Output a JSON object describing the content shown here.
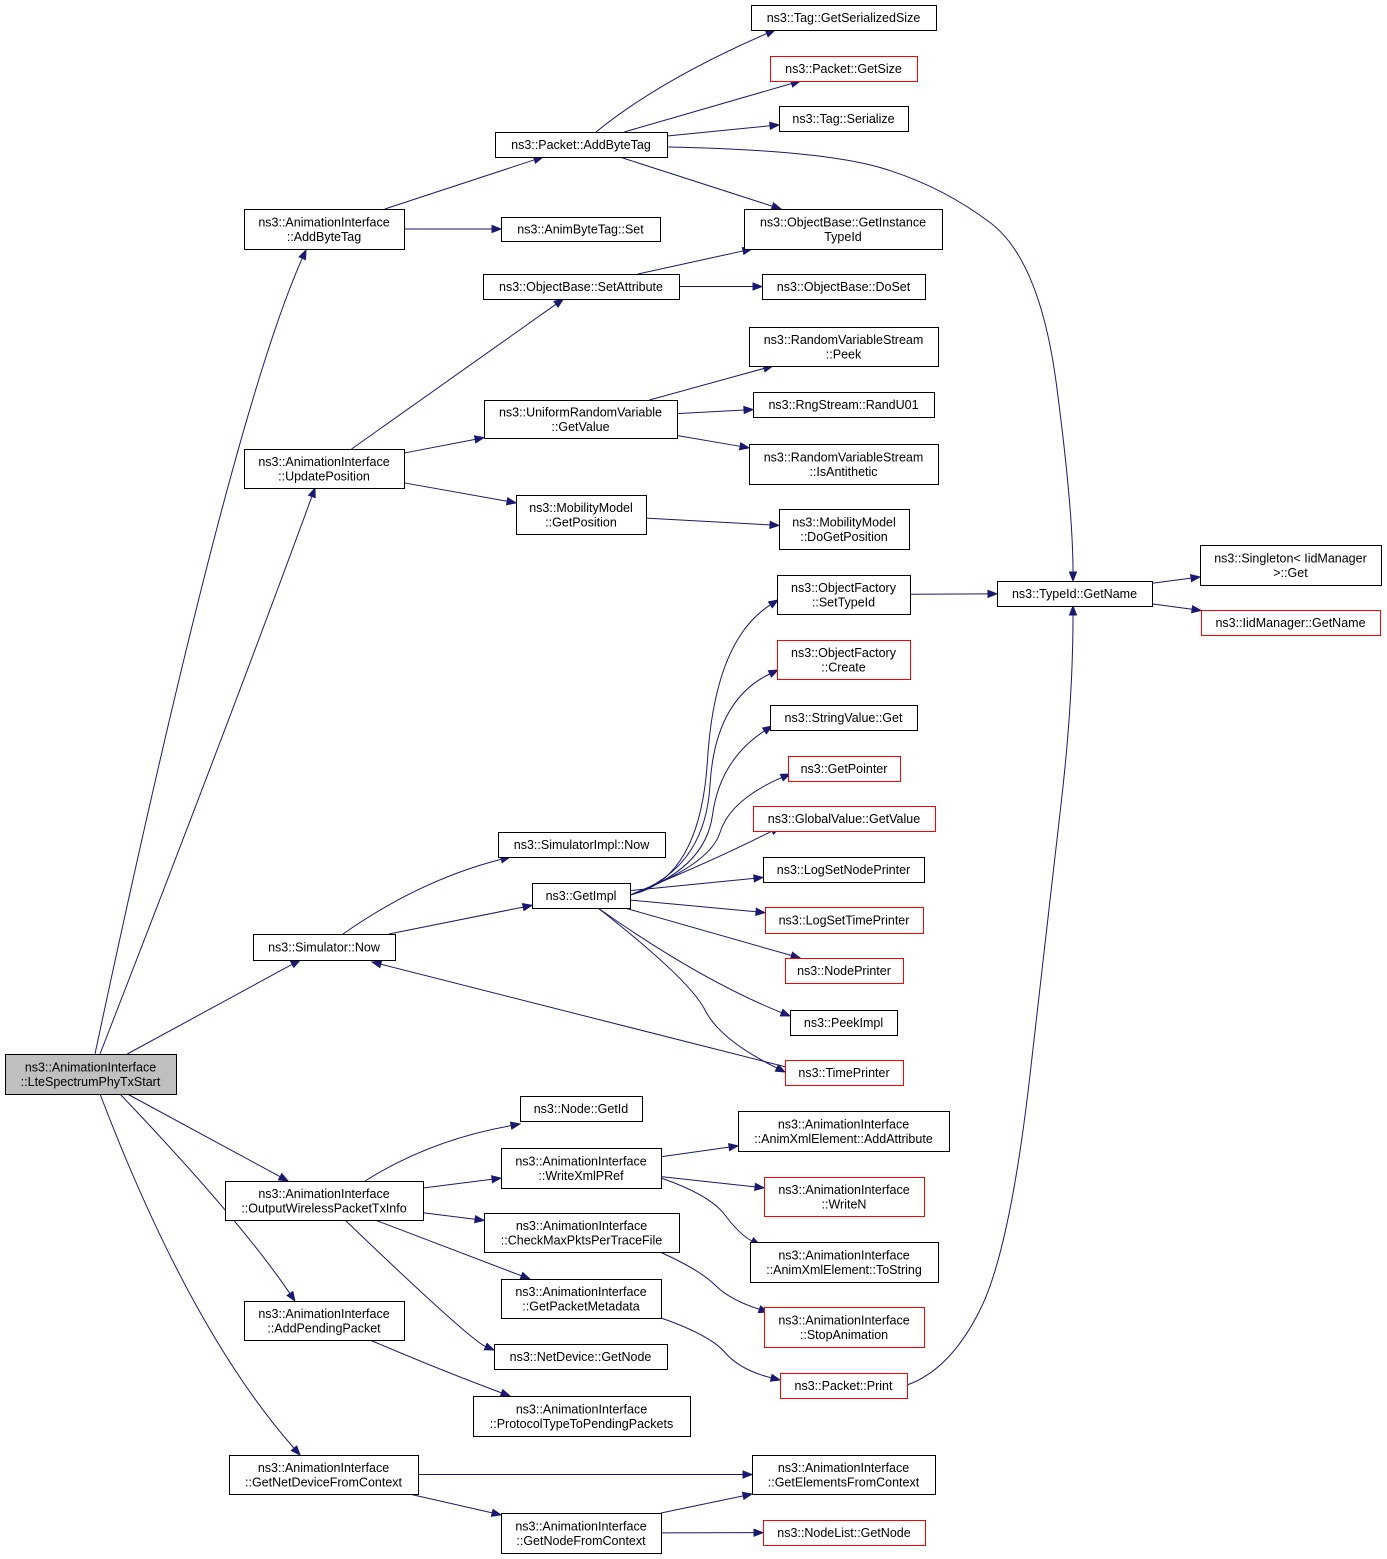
{
  "nodes": [
    {
      "id": "root",
      "lines": [
        "ns3::AnimationInterface",
        "::LteSpectrumPhyTxStart"
      ],
      "style": "root"
    },
    {
      "id": "addByteTag",
      "lines": [
        "ns3::AnimationInterface",
        "::AddByteTag"
      ],
      "style": "normal"
    },
    {
      "id": "updatePosition",
      "lines": [
        "ns3::AnimationInterface",
        "::UpdatePosition"
      ],
      "style": "normal"
    },
    {
      "id": "simNow",
      "lines": [
        "ns3::Simulator::Now"
      ],
      "style": "normal"
    },
    {
      "id": "outputWireless",
      "lines": [
        "ns3::AnimationInterface",
        "::OutputWirelessPacketTxInfo"
      ],
      "style": "normal"
    },
    {
      "id": "addPending",
      "lines": [
        "ns3::AnimationInterface",
        "::AddPendingPacket"
      ],
      "style": "normal"
    },
    {
      "id": "getNetDevFromCtx",
      "lines": [
        "ns3::AnimationInterface",
        "::GetNetDeviceFromContext"
      ],
      "style": "normal"
    },
    {
      "id": "pktAddByteTag",
      "lines": [
        "ns3::Packet::AddByteTag"
      ],
      "style": "normal"
    },
    {
      "id": "animByteTagSet",
      "lines": [
        "ns3::AnimByteTag::Set"
      ],
      "style": "normal"
    },
    {
      "id": "objSetAttr",
      "lines": [
        "ns3::ObjectBase::SetAttribute"
      ],
      "style": "normal"
    },
    {
      "id": "uniformGetValue",
      "lines": [
        "ns3::UniformRandomVariable",
        "::GetValue"
      ],
      "style": "normal"
    },
    {
      "id": "mobGetPos",
      "lines": [
        "ns3::MobilityModel",
        "::GetPosition"
      ],
      "style": "normal"
    },
    {
      "id": "simImplNow",
      "lines": [
        "ns3::SimulatorImpl::Now"
      ],
      "style": "normal"
    },
    {
      "id": "getImpl",
      "lines": [
        "ns3::GetImpl"
      ],
      "style": "normal"
    },
    {
      "id": "nodeGetId",
      "lines": [
        "ns3::Node::GetId"
      ],
      "style": "normal"
    },
    {
      "id": "writeXmlPRef",
      "lines": [
        "ns3::AnimationInterface",
        "::WriteXmlPRef"
      ],
      "style": "normal"
    },
    {
      "id": "checkMaxPkts",
      "lines": [
        "ns3::AnimationInterface",
        "::CheckMaxPktsPerTraceFile"
      ],
      "style": "normal"
    },
    {
      "id": "getPktMeta",
      "lines": [
        "ns3::AnimationInterface",
        "::GetPacketMetadata"
      ],
      "style": "normal"
    },
    {
      "id": "netDevGetNode",
      "lines": [
        "ns3::NetDevice::GetNode"
      ],
      "style": "normal"
    },
    {
      "id": "protoType",
      "lines": [
        "ns3::AnimationInterface",
        "::ProtocolTypeToPendingPackets"
      ],
      "style": "normal"
    },
    {
      "id": "getNodeFromCtx",
      "lines": [
        "ns3::AnimationInterface",
        "::GetNodeFromContext"
      ],
      "style": "normal"
    },
    {
      "id": "tagGetSerSize",
      "lines": [
        "ns3::Tag::GetSerializedSize"
      ],
      "style": "normal"
    },
    {
      "id": "pktGetSize",
      "lines": [
        "ns3::Packet::GetSize"
      ],
      "style": "ext"
    },
    {
      "id": "tagSerialize",
      "lines": [
        "ns3::Tag::Serialize"
      ],
      "style": "normal"
    },
    {
      "id": "objGetInstTypeId",
      "lines": [
        "ns3::ObjectBase::GetInstance",
        "TypeId"
      ],
      "style": "normal"
    },
    {
      "id": "objDoSet",
      "lines": [
        "ns3::ObjectBase::DoSet"
      ],
      "style": "normal"
    },
    {
      "id": "rvsPeek",
      "lines": [
        "ns3::RandomVariableStream",
        "::Peek"
      ],
      "style": "normal"
    },
    {
      "id": "rngRandU01",
      "lines": [
        "ns3::RngStream::RandU01"
      ],
      "style": "normal"
    },
    {
      "id": "rvsIsAnti",
      "lines": [
        "ns3::RandomVariableStream",
        "::IsAntithetic"
      ],
      "style": "normal"
    },
    {
      "id": "mobDoGetPos",
      "lines": [
        "ns3::MobilityModel",
        "::DoGetPosition"
      ],
      "style": "normal"
    },
    {
      "id": "ofSetTypeId",
      "lines": [
        "ns3::ObjectFactory",
        "::SetTypeId"
      ],
      "style": "normal"
    },
    {
      "id": "ofCreate",
      "lines": [
        "ns3::ObjectFactory",
        "::Create"
      ],
      "style": "ext"
    },
    {
      "id": "strValGet",
      "lines": [
        "ns3::StringValue::Get"
      ],
      "style": "normal"
    },
    {
      "id": "getPointer",
      "lines": [
        "ns3::GetPointer"
      ],
      "style": "ext"
    },
    {
      "id": "gvGetValue",
      "lines": [
        "ns3::GlobalValue::GetValue"
      ],
      "style": "ext"
    },
    {
      "id": "logSetNodePrinter",
      "lines": [
        "ns3::LogSetNodePrinter"
      ],
      "style": "normal"
    },
    {
      "id": "logSetTimePrinter",
      "lines": [
        "ns3::LogSetTimePrinter"
      ],
      "style": "ext"
    },
    {
      "id": "nodePrinter",
      "lines": [
        "ns3::NodePrinter"
      ],
      "style": "ext"
    },
    {
      "id": "peekImpl",
      "lines": [
        "ns3::PeekImpl"
      ],
      "style": "normal"
    },
    {
      "id": "timePrinter",
      "lines": [
        "ns3::TimePrinter"
      ],
      "style": "ext"
    },
    {
      "id": "addAttribute",
      "lines": [
        "ns3::AnimationInterface",
        "::AnimXmlElement::AddAttribute"
      ],
      "style": "normal"
    },
    {
      "id": "writeN",
      "lines": [
        "ns3::AnimationInterface",
        "::WriteN"
      ],
      "style": "ext"
    },
    {
      "id": "toString",
      "lines": [
        "ns3::AnimationInterface",
        "::AnimXmlElement::ToString"
      ],
      "style": "normal"
    },
    {
      "id": "stopAnim",
      "lines": [
        "ns3::AnimationInterface",
        "::StopAnimation"
      ],
      "style": "ext"
    },
    {
      "id": "pktPrint",
      "lines": [
        "ns3::Packet::Print"
      ],
      "style": "ext"
    },
    {
      "id": "getElemFromCtx",
      "lines": [
        "ns3::AnimationInterface",
        "::GetElementsFromContext"
      ],
      "style": "normal"
    },
    {
      "id": "nodeListGetNode",
      "lines": [
        "ns3::NodeList::GetNode"
      ],
      "style": "ext"
    },
    {
      "id": "typeIdGetName",
      "lines": [
        "ns3::TypeId::GetName"
      ],
      "style": "normal"
    },
    {
      "id": "singletonGet",
      "lines": [
        "ns3::Singleton< IidManager",
        ">::Get"
      ],
      "style": "normal"
    },
    {
      "id": "iidGetName",
      "lines": [
        "ns3::IidManager::GetName"
      ],
      "style": "ext"
    }
  ],
  "edges": [
    [
      "root",
      "addByteTag"
    ],
    [
      "root",
      "updatePosition"
    ],
    [
      "root",
      "simNow"
    ],
    [
      "root",
      "outputWireless"
    ],
    [
      "root",
      "addPending"
    ],
    [
      "root",
      "getNetDevFromCtx"
    ],
    [
      "addByteTag",
      "pktAddByteTag"
    ],
    [
      "addByteTag",
      "animByteTagSet"
    ],
    [
      "pktAddByteTag",
      "tagGetSerSize"
    ],
    [
      "pktAddByteTag",
      "pktGetSize"
    ],
    [
      "pktAddByteTag",
      "tagSerialize"
    ],
    [
      "pktAddByteTag",
      "objGetInstTypeId"
    ],
    [
      "pktAddByteTag",
      "typeIdGetName"
    ],
    [
      "updatePosition",
      "objSetAttr"
    ],
    [
      "updatePosition",
      "uniformGetValue"
    ],
    [
      "updatePosition",
      "mobGetPos"
    ],
    [
      "objSetAttr",
      "objGetInstTypeId"
    ],
    [
      "objSetAttr",
      "objDoSet"
    ],
    [
      "uniformGetValue",
      "rvsPeek"
    ],
    [
      "uniformGetValue",
      "rngRandU01"
    ],
    [
      "uniformGetValue",
      "rvsIsAnti"
    ],
    [
      "mobGetPos",
      "mobDoGetPos"
    ],
    [
      "simNow",
      "simImplNow"
    ],
    [
      "simNow",
      "getImpl"
    ],
    [
      "getImpl",
      "ofSetTypeId"
    ],
    [
      "getImpl",
      "ofCreate"
    ],
    [
      "getImpl",
      "strValGet"
    ],
    [
      "getImpl",
      "getPointer"
    ],
    [
      "getImpl",
      "gvGetValue"
    ],
    [
      "getImpl",
      "logSetNodePrinter"
    ],
    [
      "getImpl",
      "logSetTimePrinter"
    ],
    [
      "getImpl",
      "nodePrinter"
    ],
    [
      "getImpl",
      "peekImpl"
    ],
    [
      "getImpl",
      "timePrinter"
    ],
    [
      "timePrinter",
      "simNow"
    ],
    [
      "ofSetTypeId",
      "typeIdGetName"
    ],
    [
      "typeIdGetName",
      "singletonGet"
    ],
    [
      "typeIdGetName",
      "iidGetName"
    ],
    [
      "outputWireless",
      "nodeGetId"
    ],
    [
      "outputWireless",
      "writeXmlPRef"
    ],
    [
      "outputWireless",
      "checkMaxPkts"
    ],
    [
      "outputWireless",
      "getPktMeta"
    ],
    [
      "outputWireless",
      "netDevGetNode"
    ],
    [
      "writeXmlPRef",
      "addAttribute"
    ],
    [
      "writeXmlPRef",
      "writeN"
    ],
    [
      "writeXmlPRef",
      "toString"
    ],
    [
      "checkMaxPkts",
      "stopAnim"
    ],
    [
      "getPktMeta",
      "pktPrint"
    ],
    [
      "pktPrint",
      "typeIdGetName"
    ],
    [
      "addPending",
      "protoType"
    ],
    [
      "getNetDevFromCtx",
      "getElemFromCtx"
    ],
    [
      "getNetDevFromCtx",
      "getNodeFromCtx"
    ],
    [
      "getNodeFromCtx",
      "getElemFromCtx"
    ],
    [
      "getNodeFromCtx",
      "nodeListGetNode"
    ]
  ],
  "colors": {
    "edge": "#191970",
    "external_border": "#ff0000",
    "root_fill": "#bfbfbf"
  }
}
